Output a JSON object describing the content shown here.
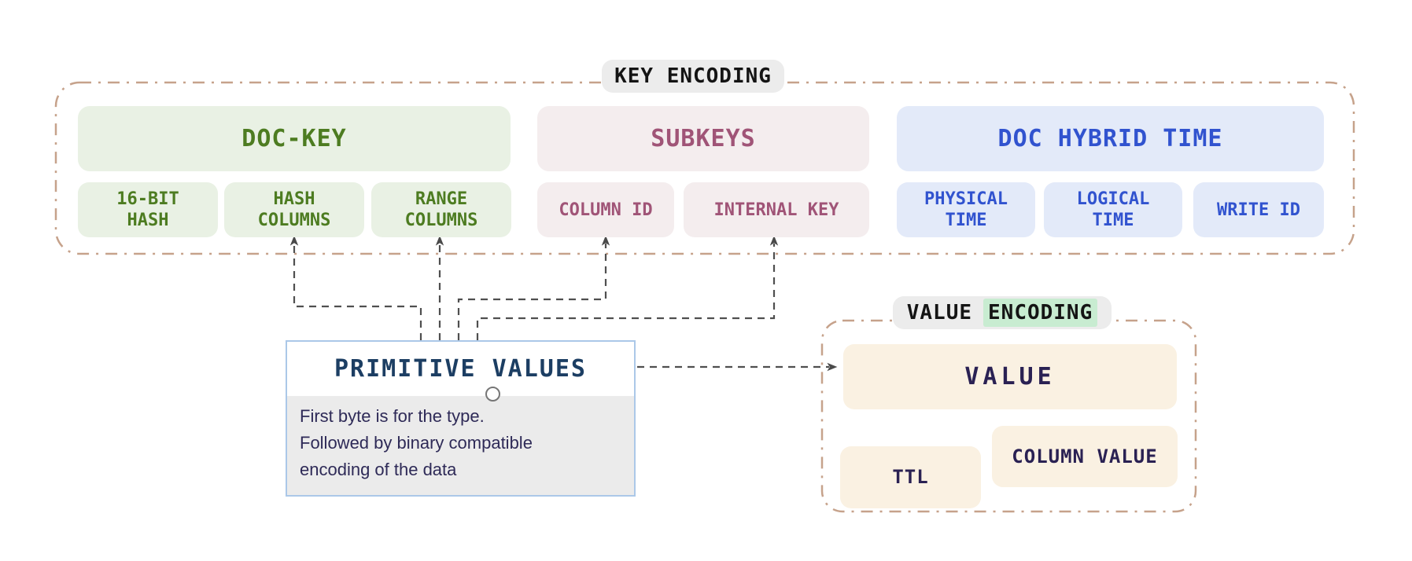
{
  "key_encoding": {
    "label": "KEY ENCODING",
    "groups": [
      {
        "title": "DOC-KEY",
        "items": [
          "16-BIT\nHASH",
          "HASH\nCOLUMNS",
          "RANGE\nCOLUMNS"
        ]
      },
      {
        "title": "SUBKEYS",
        "items": [
          "COLUMN ID",
          "INTERNAL KEY"
        ]
      },
      {
        "title": "DOC HYBRID TIME",
        "items": [
          "PHYSICAL\nTIME",
          "LOGICAL\nTIME",
          "WRITE ID"
        ]
      }
    ]
  },
  "primitive_values": {
    "title": "PRIMITIVE VALUES",
    "description": "First byte is for the type.\nFollowed by binary compatible\nencoding of the data"
  },
  "value_encoding": {
    "label_prefix": "VALUE",
    "label_highlighted": "ENCODING",
    "value_box": "VALUE",
    "ttl_box": "TTL",
    "column_value_box": "COLUMN VALUE"
  },
  "connections": [
    {
      "from": "primitive-values",
      "to": "hash-columns",
      "style": "dashed-arrow"
    },
    {
      "from": "primitive-values",
      "to": "range-columns",
      "style": "dashed-arrow"
    },
    {
      "from": "primitive-values",
      "to": "column-id",
      "style": "dashed-arrow"
    },
    {
      "from": "primitive-values",
      "to": "internal-key",
      "style": "dashed-arrow"
    },
    {
      "from": "primitive-values",
      "to": "value",
      "style": "dashed-arrow"
    }
  ],
  "colors": {
    "green_text": "#4d7c21",
    "green_bg": "#e9f1e4",
    "maroon_text": "#a05477",
    "maroon_bg": "#f4edee",
    "blue_text": "#3153cf",
    "blue_bg": "#e3eaf9",
    "cream_bg": "#faf1e2",
    "navy_text": "#2a2153",
    "container_border": "#c6a28b",
    "connector": "#4f4f4f",
    "pill_bg": "#ececec",
    "highlight_bg": "#c8ecd1",
    "pv_border": "#abc8e8",
    "pv_title_text": "#1c3e63",
    "pv_body_bg": "#ebebeb",
    "pv_body_text": "#2e2a57"
  }
}
